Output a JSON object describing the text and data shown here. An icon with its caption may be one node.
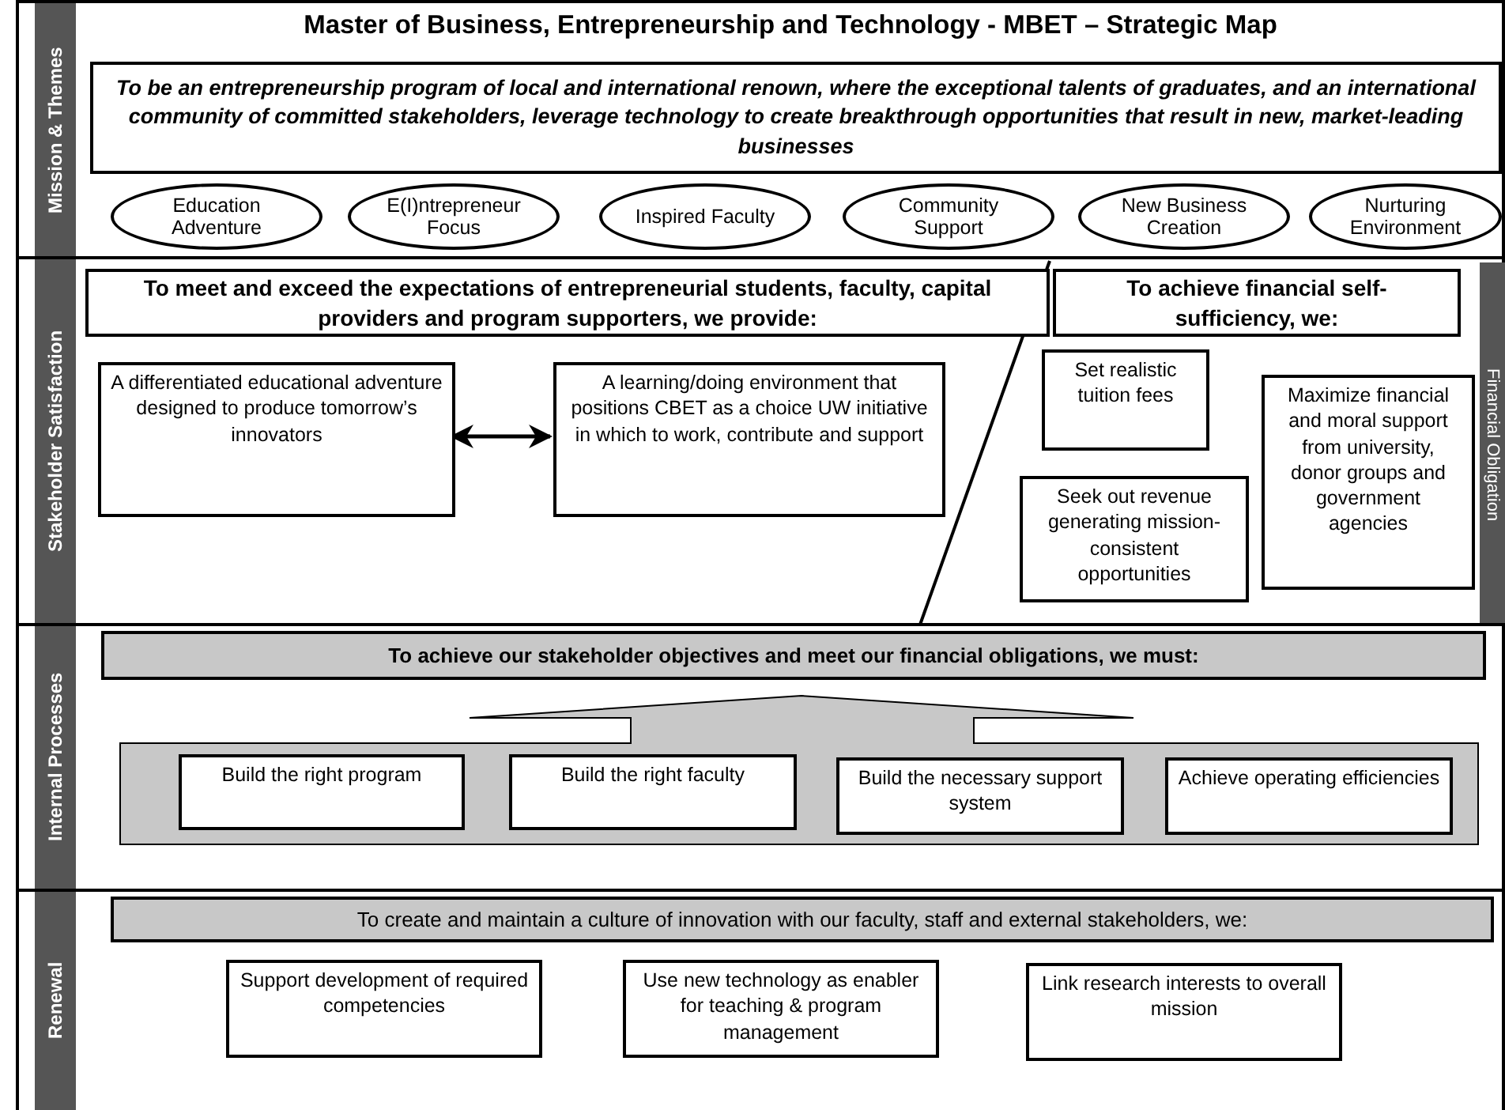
{
  "diagram": {
    "title": "Master of Business, Entrepreneurship and Technology - MBET – Strategic Map",
    "nodes": [
      {
        "text": [
          "Mission & Themes"
        ]
      },
      {
        "text": [
          "To be an entrepreneurship program of local and international renown, where the exceptional talents of graduates, and an international community of committed stakeholders, leverage technology to create breakthrough opportunities that result in new, market-leading businesses"
        ],
        "in": 0
      },
      {
        "text": [
          "Education Adventure"
        ],
        "in": 0
      },
      {
        "text": [
          "E(I)ntrepreneur Focus"
        ],
        "in": 0
      },
      {
        "text": [
          "Inspired Faculty"
        ],
        "in": 0
      },
      {
        "text": [
          "Community Support"
        ],
        "in": 0
      },
      {
        "text": [
          "New Business Creation"
        ],
        "in": 0
      },
      {
        "text": [
          "Nurturing Environment"
        ],
        "in": 0
      },
      {
        "text": [
          "Stakeholder Satisfaction"
        ]
      },
      {
        "text": [
          "To meet and exceed the expectations of entrepreneurial students, faculty, capital providers and program supporters, we provide:"
        ],
        "in": 8
      },
      {
        "text": [
          "A differentiated educational adventure designed to produce tomorrow’s innovators"
        ],
        "in": 8
      },
      {
        "text": [
          "A learning/doing environment that positions CBET as a choice UW initiative in which to work, contribute and support"
        ],
        "in": 8
      },
      {
        "text": [
          "To achieve financial self-sufficiency, we:"
        ],
        "in": 8
      },
      {
        "text": [
          "Set realistic tuition fees"
        ],
        "in": 8
      },
      {
        "text": [
          "Seek out revenue generating mission-consistent opportunities"
        ],
        "in": 8
      },
      {
        "text": [
          "Maximize financial and moral support from university, donor groups and government agencies"
        ],
        "in": 8
      },
      {
        "text": [
          "Financial Obligation"
        ],
        "in": 8
      },
      {
        "text": [
          "Internal Processes"
        ]
      },
      {
        "text": [
          "To achieve our stakeholder objectives and meet our financial obligations, we must:"
        ],
        "in": 17
      },
      {
        "text": [],
        "shape": "arrow",
        "in": 17
      },
      {
        "text": [
          "Build the right program"
        ],
        "in": 19
      },
      {
        "text": [
          "Build the right faculty"
        ],
        "in": 19
      },
      {
        "text": [
          "Build the necessary support system"
        ],
        "in": 19
      },
      {
        "text": [
          "Achieve operating efficiencies"
        ],
        "in": 19
      },
      {
        "text": [
          "Renewal"
        ]
      },
      {
        "text": [
          "To create and maintain a culture of innovation with our faculty, staff and external stakeholders, we:"
        ],
        "in": 24
      },
      {
        "text": [
          "Support development of required competencies"
        ],
        "in": 24
      },
      {
        "text": [
          "Use new technology as enabler for teaching & program management"
        ],
        "in": 24
      },
      {
        "text": [
          "Link research interests to overall mission"
        ],
        "in": 24
      }
    ],
    "edges": [
      {
        "from": 10,
        "to": 11,
        "arrow": "both"
      }
    ]
  }
}
